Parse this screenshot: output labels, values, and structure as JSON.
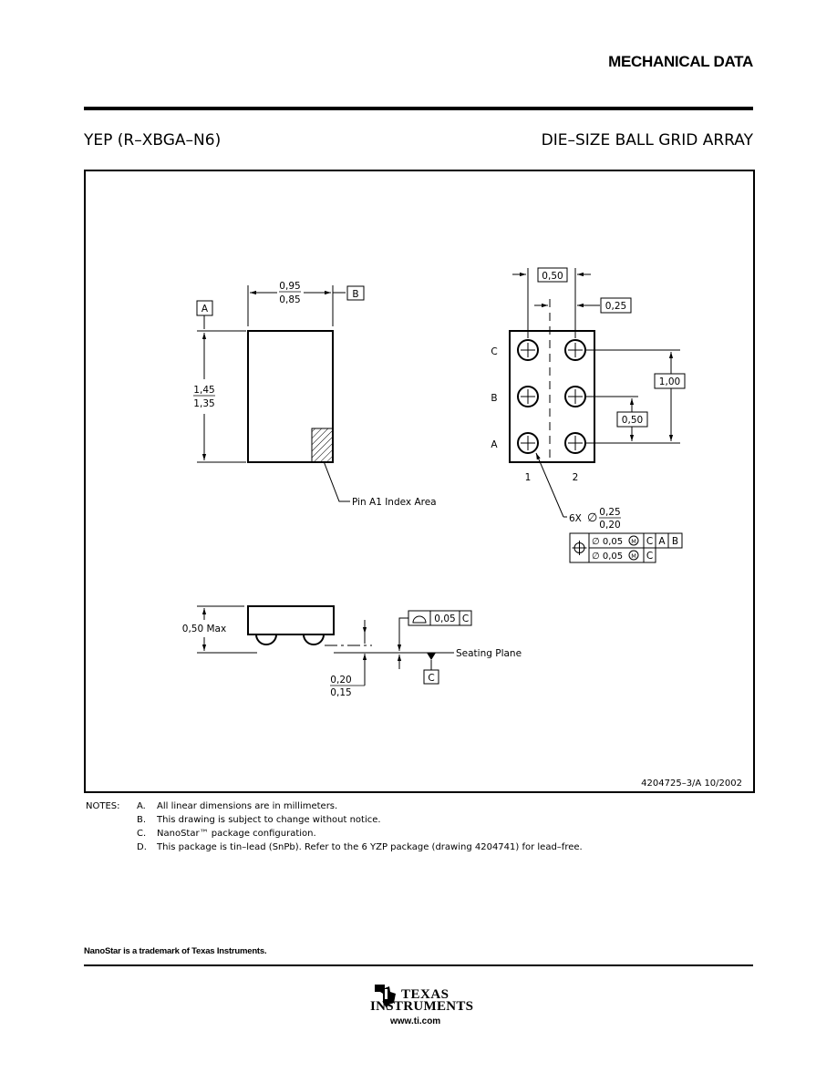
{
  "header": {
    "title": "MECHANICAL DATA",
    "package_code": "YEP (R–XBGA–N6)",
    "package_description": "DIE–SIZE BALL GRID ARRAY"
  },
  "drawing": {
    "top_view": {
      "datum_a": "A",
      "datum_b": "B",
      "width_max": "0,95",
      "width_min": "0,85",
      "length_max": "1,45",
      "length_min": "1,35",
      "index_label": "Pin A1 Index Area"
    },
    "bottom_view": {
      "pitch_x": "0,50",
      "half_pitch_x": "0,25",
      "pitch_y_total": "1,00",
      "pitch_y": "0,50",
      "rows": [
        "C",
        "B",
        "A"
      ],
      "columns": [
        "1",
        "2"
      ],
      "ball_count": "6X",
      "diameter_symbol": "∅",
      "ball_dia_max": "0,25",
      "ball_dia_min": "0,20",
      "fcf_row1": [
        "∅ 0,05",
        "M",
        "C",
        "A",
        "B"
      ],
      "fcf_row2": [
        "∅ 0,05",
        "M",
        "C"
      ]
    },
    "side_view": {
      "height": "0,50 Max",
      "standoff_max": "0,20",
      "standoff_min": "0,15",
      "flatness_tol": "0,05",
      "flatness_datum": "C",
      "seating_plane": "Seating Plane",
      "datum_c": "C"
    },
    "drawing_number": "4204725–3/A  10/2002"
  },
  "notes": {
    "label": "NOTES:",
    "items": [
      {
        "letter": "A.",
        "text": "All linear dimensions are in millimeters."
      },
      {
        "letter": "B.",
        "text": "This drawing is subject to change without notice."
      },
      {
        "letter": "C.",
        "text": "NanoStar™ package configuration."
      },
      {
        "letter": "D.",
        "text": "This package is tin–lead (SnPb).  Refer to the 6 YZP package (drawing 4204741) for lead–free."
      }
    ]
  },
  "footer": {
    "trademark": "NanoStar is a trademark of Texas Instruments.",
    "logo_line1": "TEXAS",
    "logo_line2": "INSTRUMENTS",
    "website": "www.ti.com"
  }
}
